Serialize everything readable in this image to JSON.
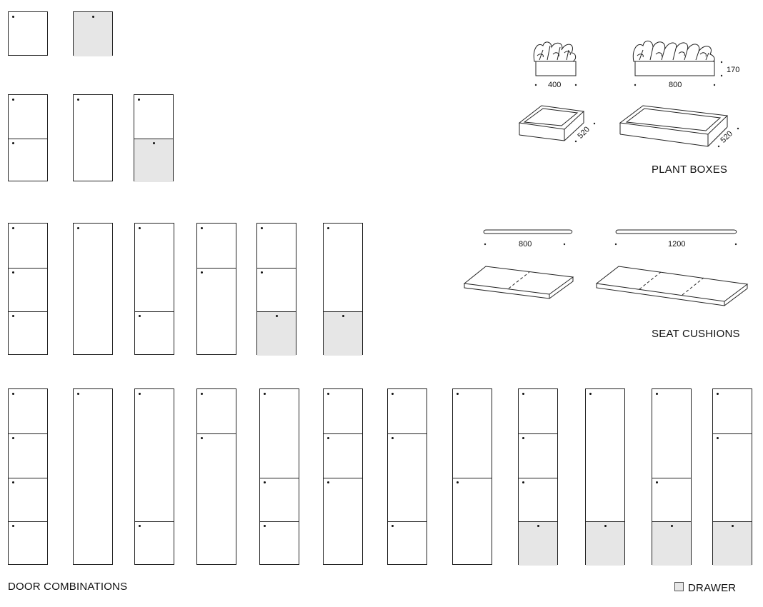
{
  "colors": {
    "drawer_fill": "#e6e6e6",
    "line": "#222222"
  },
  "labels": {
    "plant_boxes": "PLANT BOXES",
    "seat_cushions": "SEAT CUSHIONS",
    "door_combinations": "DOOR COMBINATIONS",
    "drawer": "DRAWER"
  },
  "plant_boxes": {
    "small_width": "400",
    "large_width": "800",
    "height": "170",
    "small_depth": "520",
    "large_depth": "520"
  },
  "seat_cushions": {
    "small_width": "800",
    "large_width": "1200"
  },
  "legend": {
    "drawer_label": "DRAWER",
    "icon": "drawer-swatch-icon"
  },
  "door_combinations": [
    {
      "row": 1,
      "units": 1,
      "variants": [
        [
          "door"
        ],
        [
          "drawer"
        ]
      ]
    },
    {
      "row": 2,
      "units": 2,
      "variants": [
        [
          "door",
          "door"
        ],
        [
          "door2"
        ],
        [
          "door",
          "drawer"
        ]
      ]
    },
    {
      "row": 3,
      "units": 3,
      "variants": [
        [
          "door",
          "door",
          "door"
        ],
        [
          "door3"
        ],
        [
          "door2",
          "door"
        ],
        [
          "door",
          "door2"
        ],
        [
          "door",
          "door",
          "drawer"
        ],
        [
          "door2",
          "drawer"
        ]
      ]
    },
    {
      "row": 4,
      "units": 4,
      "variants": [
        [
          "door",
          "door",
          "door",
          "door"
        ],
        [
          "door4"
        ],
        [
          "door3",
          "door"
        ],
        [
          "door",
          "door3"
        ],
        [
          "door2",
          "door",
          "door"
        ],
        [
          "door",
          "door",
          "door2"
        ],
        [
          "door",
          "door2",
          "door"
        ],
        [
          "door2",
          "door2"
        ],
        [
          "door",
          "door",
          "door",
          "drawer"
        ],
        [
          "door3",
          "drawer"
        ],
        [
          "door2",
          "door",
          "drawer"
        ],
        [
          "door",
          "door2",
          "drawer"
        ]
      ]
    }
  ]
}
